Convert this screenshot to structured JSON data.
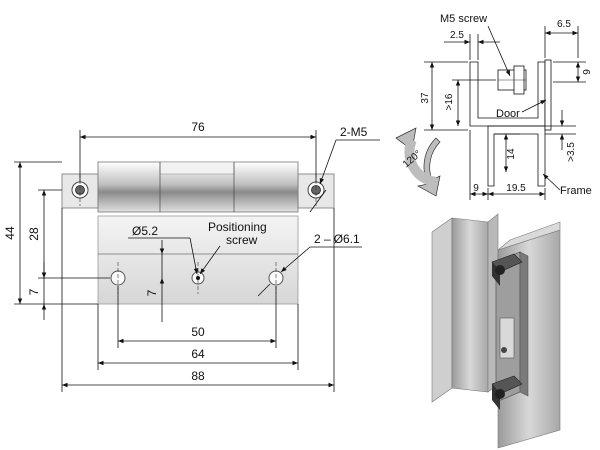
{
  "front_view": {
    "dims": {
      "overall_length": "76",
      "thread_callout": "2-M5",
      "height_total": "44",
      "height_mid": "28",
      "left_small": "7",
      "inner_small": "7",
      "hole_spacing_50": "50",
      "hole_spacing_64": "64",
      "overall_width_88": "88",
      "diameter_52_symbol": "Ø",
      "diameter_52_value": "5.2",
      "diameter_61_prefix": "2 –",
      "diameter_61_symbol": "Ø",
      "diameter_61_value": "6.1"
    },
    "labels": {
      "positioning_line1": "Positioning",
      "positioning_line2": "screw"
    }
  },
  "side_view": {
    "dims": {
      "d_2_5": "2.5",
      "d_6_5": "6.5",
      "d_9_right": "9",
      "d_37": "37",
      "d_16": ">16",
      "d_14": "14",
      "d_3_5": ">3.5",
      "d_9_bottom": "9",
      "d_19_5": "19.5",
      "angle": "120°"
    },
    "labels": {
      "m5_screw": "M5 screw",
      "door": "Door",
      "frame": "Frame"
    }
  },
  "colors": {
    "metal_light": "#e6e6e6",
    "metal_mid": "#c8c8c8",
    "metal_dark": "#8f8f8f",
    "line": "#111111"
  }
}
